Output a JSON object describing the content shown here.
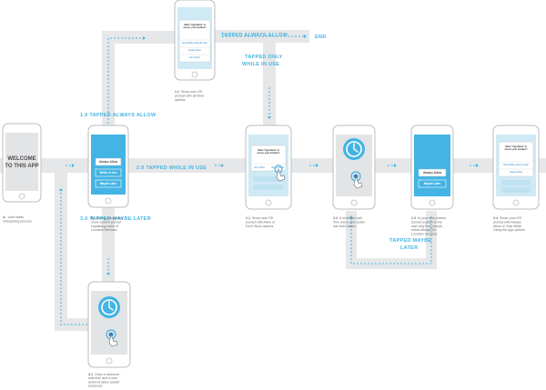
{
  "flow": {
    "labels": {
      "tapped_always_allow": "TAPPED ALWAYS ALLOW",
      "end": "END",
      "tapped_only_line1": "TAPPED ONLY",
      "tapped_only_line2": "WHILE IN USE",
      "always_allow_1": "1.0 TAPPED ALWAYS ALLOW",
      "while_in_use_2": "2.0 TAPPED WHILE IN USE",
      "maybe_later_3": "3.0 TAPPED MAYBE LATER",
      "tapped_maybe_line1": "TAPPED MAYBE",
      "tapped_maybe_line2": "LATER"
    },
    "welcome": {
      "line1": "WELCOME",
      "line2": "TO THIS APP"
    },
    "buttons": {
      "always_allow": "Always Allow",
      "while_in_use": "While in Use",
      "maybe_later": "Maybe Later"
    },
    "dialog": {
      "title_line1": "Allow \"App Name\" to",
      "title_line2": "access your location?",
      "allow_always": "Allow While Using the App",
      "allow_once": "Always Allow",
      "dont_allow": "Don't Allow"
    },
    "captions": {
      "a_num": "A.",
      "a_line1": "User starts",
      "a_line2": "onboarding process",
      "b_num": "B.",
      "b_line1": "During onboarding",
      "b_line2": "show custom prompt",
      "b_line3": "explaining value of",
      "b_line4": "Location Services",
      "c11_num": "1.1",
      "c11_line1": "Show user OS",
      "c11_line2": "prompt with all three",
      "c11_line3": "options",
      "c21_num": "2.1",
      "c21_line1": "Show user OS",
      "c21_line2": "prompt with Allow or",
      "c21_line3": "Don't Allow options",
      "c22_num": "2.2",
      "c22_line1": "A minimum wait",
      "c22_line2": "time and a user action",
      "c22_line3": "has been taken",
      "c23_num": "2.3",
      "c23_line1": "In your own custom",
      "c23_line2": "prompt explain to the",
      "c23_line3": "user why they should",
      "c23_line4": "select Always On",
      "c23_line5": "Location Services",
      "c24_num": "2.4",
      "c24_line1": "Show, your OS",
      "c24_line2": "prompt with Always",
      "c24_line3": "Allow or Only While",
      "c24_line4": "Using the App options",
      "c31_num": "3.1",
      "c31_line1": "Once a minimum",
      "c31_line2": "wait time and a user",
      "c31_line3": "action is taken restart",
      "c31_line4": "sequence"
    }
  }
}
